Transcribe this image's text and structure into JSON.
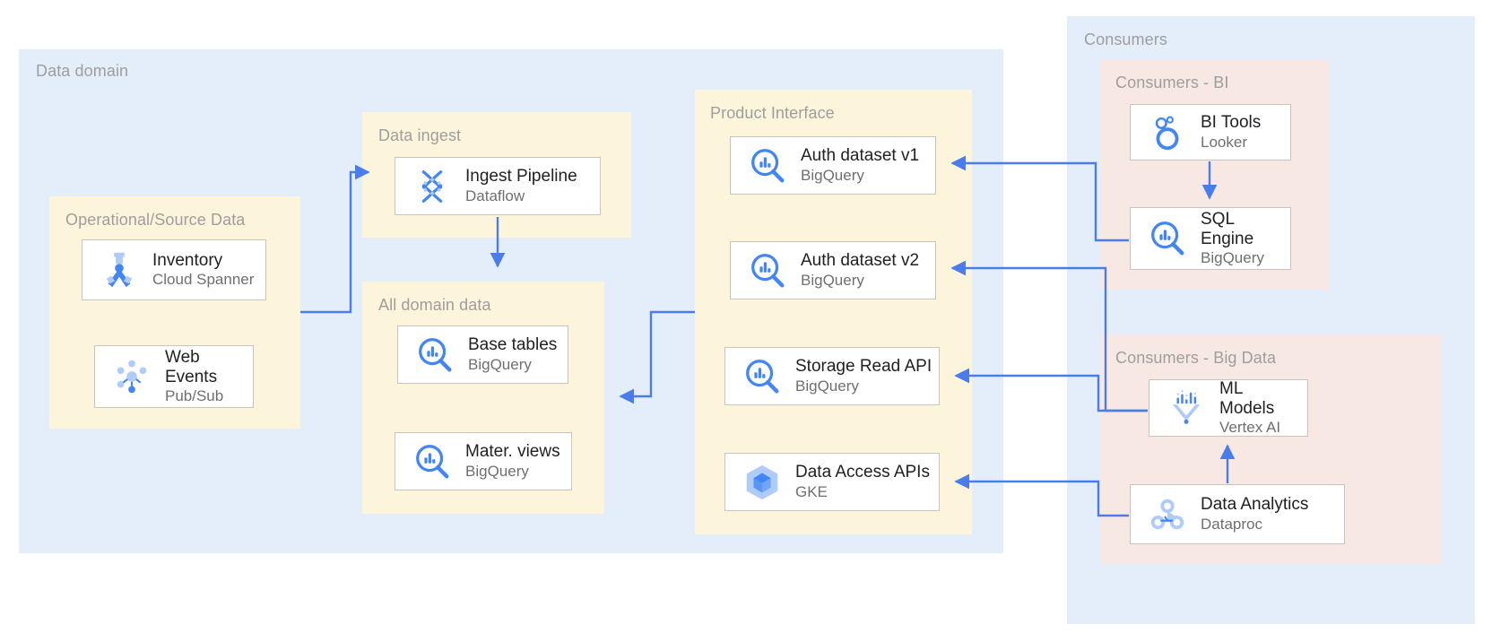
{
  "groups": {
    "data_domain": {
      "label": "Data domain"
    },
    "operational": {
      "label": "Operational/Source Data"
    },
    "data_ingest": {
      "label": "Data ingest"
    },
    "all_domain_data": {
      "label": "All domain data"
    },
    "product_interface": {
      "label": "Product Interface"
    },
    "consumers": {
      "label": "Consumers"
    },
    "consumers_bi": {
      "label": "Consumers - BI"
    },
    "consumers_big_data": {
      "label": "Consumers - Big Data"
    }
  },
  "nodes": {
    "inventory": {
      "title": "Inventory",
      "sub": "Cloud Spanner",
      "icon": "cloud-spanner-icon"
    },
    "web_events": {
      "title": "Web\nEvents",
      "sub": "Pub/Sub",
      "icon": "pubsub-icon"
    },
    "ingest_pipeline": {
      "title": "Ingest Pipeline",
      "sub": "Dataflow",
      "icon": "dataflow-icon"
    },
    "base_tables": {
      "title": "Base tables",
      "sub": "BigQuery",
      "icon": "bigquery-icon"
    },
    "mater_views": {
      "title": "Mater. views",
      "sub": "BigQuery",
      "icon": "bigquery-icon"
    },
    "auth_dataset_v1": {
      "title": "Auth dataset v1",
      "sub": "BigQuery",
      "icon": "bigquery-icon"
    },
    "auth_dataset_v2": {
      "title": "Auth dataset v2",
      "sub": "BigQuery",
      "icon": "bigquery-icon"
    },
    "storage_read_api": {
      "title": "Storage Read API",
      "sub": "BigQuery",
      "icon": "bigquery-icon"
    },
    "data_access_apis": {
      "title": "Data Access APIs",
      "sub": "GKE",
      "icon": "gke-icon"
    },
    "bi_tools": {
      "title": "BI Tools",
      "sub": "Looker",
      "icon": "looker-icon"
    },
    "sql_engine": {
      "title": "SQL\nEngine",
      "sub": "BigQuery",
      "icon": "bigquery-icon"
    },
    "ml_models": {
      "title": "ML\nModels",
      "sub": "Vertex AI",
      "icon": "vertex-ai-icon"
    },
    "data_analytics": {
      "title": "Data Analytics",
      "sub": "Dataproc",
      "icon": "dataproc-icon"
    }
  },
  "colors": {
    "group_blue": "#e4eefa",
    "group_yellow": "#fdf4dc",
    "group_pink": "#f8e8e4",
    "connector": "#4a7ceb",
    "node_border": "#c8c3bb",
    "label_text": "#9e9e9e",
    "title_text": "#202124",
    "sub_text": "#6f6f6f",
    "icon_blue": "#4285f4",
    "icon_light_blue": "#aecbfa"
  },
  "connectors": [
    {
      "from": "operational",
      "to": "ingest_pipeline",
      "direction": "right"
    },
    {
      "from": "ingest_pipeline",
      "to": "all_domain_data",
      "direction": "down"
    },
    {
      "from": "product_interface",
      "to": "all_domain_data",
      "direction": "left"
    },
    {
      "from": "sql_engine",
      "to": "auth_dataset_v1",
      "direction": "left"
    },
    {
      "from": "ml_models",
      "to": "auth_dataset_v2",
      "direction": "left"
    },
    {
      "from": "ml_models",
      "to": "storage_read_api",
      "direction": "left"
    },
    {
      "from": "data_analytics",
      "to": "data_access_apis",
      "direction": "left"
    },
    {
      "from": "bi_tools",
      "to": "sql_engine",
      "direction": "down"
    },
    {
      "from": "data_analytics",
      "to": "ml_models",
      "direction": "up"
    }
  ]
}
